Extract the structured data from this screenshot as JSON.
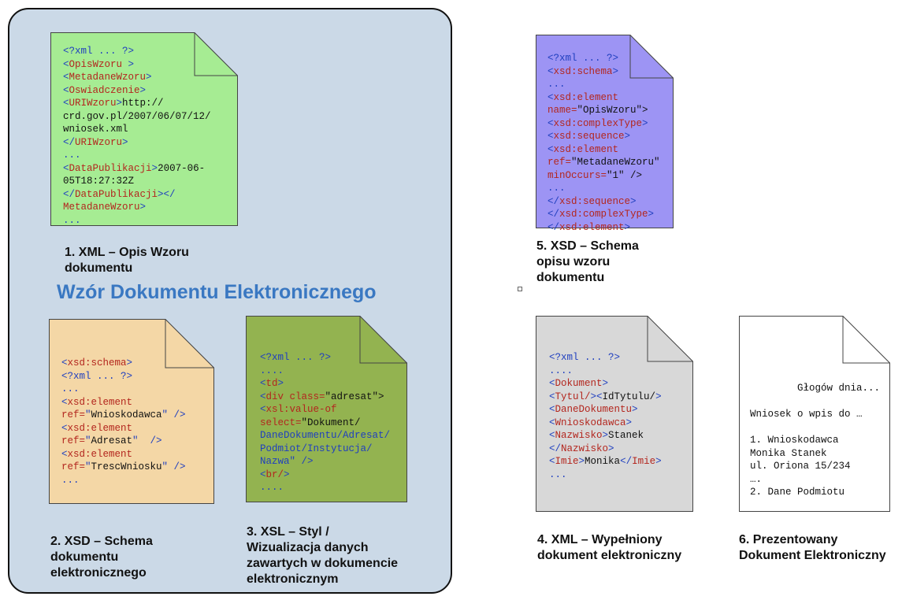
{
  "title": "Wzór Dokumentu Elektronicznego",
  "colors": {
    "xml_green": "#a6ec93",
    "xsd_tan": "#f4d7a6",
    "xsl_olive": "#93b350",
    "xsd_purple": "#9d94f4",
    "xml_gray": "#d8d8d8",
    "page_white": "#ffffff",
    "group_bg": "#cbd9e7",
    "title_blue": "#3a78c2",
    "tag_red": "#b3261e",
    "punct_blue": "#1f3fbf"
  },
  "documents": [
    {
      "id": "xml-opis",
      "fill": "#a6ec93",
      "caption": [
        "1. XML – Opis Wzoru",
        "dokumentu"
      ],
      "lines": [
        [
          "<?xml ... ?>"
        ],
        [
          "<",
          "OpisWzoru",
          " >"
        ],
        [
          "<",
          "MetadaneWzoru",
          ">"
        ],
        [
          "<",
          "Oswiadczenie",
          ">"
        ],
        [
          "<",
          "URIWzoru",
          ">",
          "http://"
        ],
        [
          "",
          "",
          "",
          "crd.gov.pl/2007/06/07/12/"
        ],
        [
          "",
          "",
          "",
          "wniosek.xml"
        ],
        [
          "</",
          "URIWzoru",
          ">"
        ],
        [
          "..."
        ],
        [
          "<",
          "DataPublikacji",
          ">",
          "2007-06-"
        ],
        [
          "",
          "",
          "",
          "05T18:27:32Z"
        ],
        [
          "</",
          "DataPublikacji",
          "></"
        ],
        [
          "",
          "MetadaneWzoru",
          ">"
        ],
        [
          "..."
        ]
      ]
    },
    {
      "id": "xsd-schema",
      "fill": "#f4d7a6",
      "caption": [
        "2. XSD – Schema",
        "dokumentu",
        "elektronicznego"
      ],
      "lines": [
        [
          "<",
          "xsd:schema",
          ">"
        ],
        [
          "<?xml ... ?>"
        ],
        [
          "..."
        ],
        [
          "<",
          "xsd:element"
        ],
        [
          "",
          "ref=",
          "\"",
          "Wnioskodawca",
          "\" />"
        ],
        [
          "<",
          "xsd:element"
        ],
        [
          "",
          "ref=",
          "\"",
          "Adresat",
          "\"  />"
        ],
        [
          "<",
          "xsd:element"
        ],
        [
          "",
          "ref=",
          "\"",
          "TrescWniosku",
          "\" />"
        ],
        [
          "..."
        ]
      ]
    },
    {
      "id": "xsl-styl",
      "fill": "#93b350",
      "caption": [
        "3. XSL – Styl /",
        "Wizualizacja danych",
        "zawartych w dokumencie",
        "elektronicznym"
      ],
      "lines": [
        [
          "<?xml ... ?>"
        ],
        [
          "...."
        ],
        [
          "<",
          "td",
          ">"
        ],
        [
          "<",
          "div class=",
          "\"adresat\">"
        ],
        [
          "<",
          "xsl:value-of"
        ],
        [
          "",
          "select=",
          "\"Dokument/"
        ],
        [
          "",
          "",
          "DaneDokumentu/Adresat/"
        ],
        [
          "",
          "",
          "Podmiot/Instytucja/"
        ],
        [
          "",
          "",
          "Nazwa",
          "\" />"
        ],
        [
          "<",
          "br/",
          ">"
        ],
        [
          "...."
        ]
      ]
    },
    {
      "id": "xsd-opis",
      "fill": "#9d94f4",
      "caption": [
        "5. XSD – Schema",
        "opisu wzoru",
        "dokumentu"
      ],
      "lines": [
        [
          "<?xml ... ?>"
        ],
        [
          "<",
          "xsd:schema",
          ">"
        ],
        [
          "..."
        ],
        [
          "<",
          "xsd:element"
        ],
        [
          "",
          "name=",
          "\"OpisWzoru\">"
        ],
        [
          "<",
          "xsd:complexType",
          ">"
        ],
        [
          "<",
          "xsd:sequence",
          ">"
        ],
        [
          "<",
          "xsd:element"
        ],
        [
          "",
          "ref=",
          "\"MetadaneWzoru\""
        ],
        [
          "",
          "minOccurs=",
          "\"1\" />"
        ],
        [
          "..."
        ],
        [
          "</",
          "xsd:sequence",
          ">"
        ],
        [
          "</",
          "xsd:complexType",
          ">"
        ],
        [
          "</",
          "xsd:element",
          ">"
        ]
      ]
    },
    {
      "id": "xml-wypelniony",
      "fill": "#d8d8d8",
      "caption": [
        "4. XML – Wypełniony",
        "dokument elektroniczny"
      ],
      "lines": [
        [
          "<?xml ... ?>"
        ],
        [
          "...."
        ],
        [
          "<",
          "Dokument",
          ">"
        ],
        [
          "<",
          "Tytul/",
          "><",
          "IdTytulu/",
          ">"
        ],
        [
          "<",
          "DaneDokumentu",
          ">"
        ],
        [
          "<",
          "Wnioskodawca",
          ">"
        ],
        [
          "<",
          "Nazwisko",
          ">",
          "Stanek"
        ],
        [
          "</",
          "Nazwisko",
          ">"
        ],
        [
          "<",
          "Imie",
          ">",
          "Monika",
          "</",
          "Imie",
          ">"
        ],
        [
          "..."
        ]
      ]
    },
    {
      "id": "prezentowany",
      "fill": "#ffffff",
      "caption": [
        "6. Prezentowany",
        "Dokument Elektroniczny"
      ],
      "text": [
        "        Głogów dnia...",
        "",
        "Wniosek o wpis do …",
        "",
        "1. Wnioskodawca",
        "Monika Stanek",
        "ul. Oriona 15/234",
        "….",
        "2. Dane Podmiotu"
      ]
    }
  ],
  "group_caption_header": "Wzór Dokumentu Elektronicznego"
}
